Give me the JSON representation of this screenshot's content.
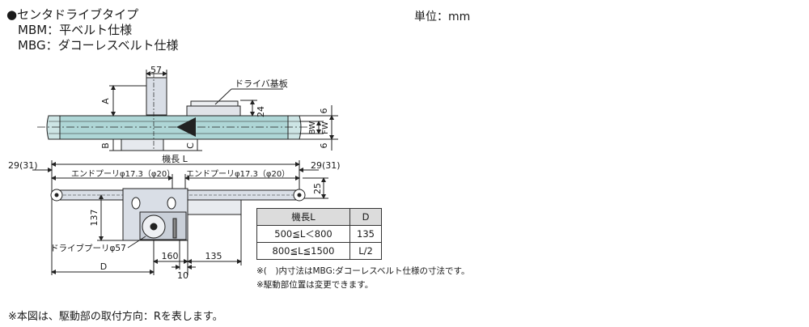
{
  "header": {
    "title": "●センタドライブタイプ",
    "line_mbm": "MBM：平ベルト仕様",
    "line_mbg": "MBG：ダコーレスベルト仕様",
    "unit": "単位：mm"
  },
  "top_view": {
    "dim_57": "57",
    "label_driver_board": "ドライバ基板",
    "dim_24": "24",
    "dim_a": "A",
    "dim_b": "B",
    "dim_c": "C",
    "dim_6_top": "6",
    "dim_6_bottom": "6",
    "dim_bw": "BW",
    "dim_fw": "FW"
  },
  "front_view": {
    "machine_length": "機長 L",
    "end_left": "29(31)",
    "end_right": "29(31)",
    "end_pulley_left": "エンドプーリφ17.3（φ20）",
    "end_pulley_right": "エンドプーリφ17.3（φ20）",
    "dim_25": "25",
    "dim_137": "137",
    "drive_pulley": "ドライブプーリφ57",
    "dim_d": "D",
    "dim_160": "160",
    "dim_135": "135",
    "dim_10": "10"
  },
  "table": {
    "headers": [
      "機長L",
      "D"
    ],
    "rows": [
      [
        "500≦L＜800",
        "135"
      ],
      [
        "800≦L≦1500",
        "L/2"
      ]
    ]
  },
  "notes": {
    "note1": "※(　)内寸法はMBG:ダコーレスベルト仕様の寸法です。",
    "note2": "※駆動部位置は変更できます。"
  },
  "footer": {
    "text": "※本図は、駆動部の取付方向：Rを表します。"
  },
  "colors": {
    "belt": "#aed6d6",
    "frame": "#d9dee6",
    "line": "#222222"
  }
}
